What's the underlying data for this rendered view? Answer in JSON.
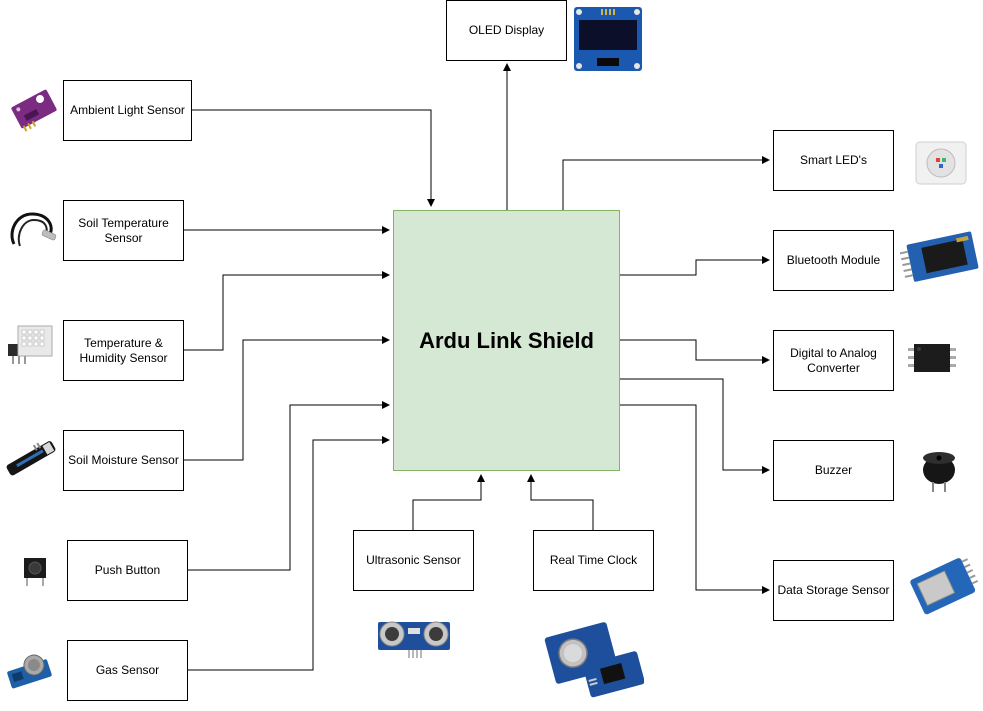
{
  "center": {
    "label": "Ardu Link Shield"
  },
  "inputs": {
    "ambient_light": "Ambient Light Sensor",
    "soil_temperature": "Soil Temperature Sensor",
    "temp_humidity": "Temperature & Humidity Sensor",
    "soil_moisture": "Soil Moisture Sensor",
    "push_button": "Push Button",
    "gas": "Gas Sensor",
    "ultrasonic": "Ultrasonic Sensor",
    "rtc": "Real Time Clock"
  },
  "outputs": {
    "oled": "OLED Display",
    "smart_led": "Smart LED's",
    "bluetooth": "Bluetooth Module",
    "dac": "Digital to Analog Converter",
    "buzzer": "Buzzer",
    "data_storage": "Data Storage Sensor"
  },
  "colors": {
    "center_fill": "#d5e8d4",
    "center_stroke": "#82b366"
  }
}
